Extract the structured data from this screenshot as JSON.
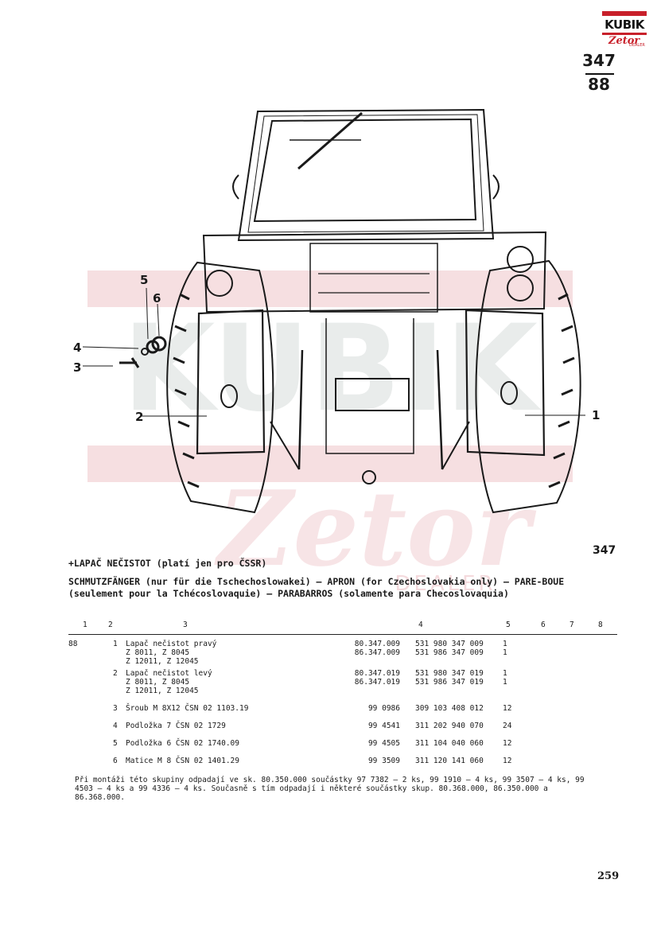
{
  "logo": {
    "brand": "KUBIK",
    "sub": "Zetor",
    "dealer": "DEALER"
  },
  "page_ref": {
    "top": "347",
    "bottom": "88"
  },
  "watermark": {
    "brand": "KUBIK",
    "script": "Zetor",
    "dealer": "DEALER"
  },
  "callouts": [
    "1",
    "2",
    "3",
    "4",
    "5",
    "6"
  ],
  "section_code": "347",
  "title_cz": "+LAPAČ NEČISTOT (platí jen pro ČSSR)",
  "title_multi": "SCHMUTZFÄNGER (nur für die Tschechoslowakei) — APRON (for Czechoslovakia only) — PARE-BOUE (seulement pour la Tchécoslovaquie) — PARABARROS (solamente para Checoslovaquia)",
  "table": {
    "headers": [
      "1",
      "2",
      "3",
      "4",
      "5",
      "6",
      "7",
      "8"
    ],
    "group": "88",
    "rows": [
      {
        "pos": "1",
        "lines": [
          "Lapač nečistot pravý",
          "Z 8011, Z 8045",
          "Z 12011, Z 12045"
        ],
        "num_a": [
          "80.347.009",
          "86.347.009"
        ],
        "num_b": [
          "531 980 347 009",
          "531 986 347 009"
        ],
        "qty": [
          "1",
          "1"
        ]
      },
      {
        "pos": "2",
        "lines": [
          "Lapač nečistot levý",
          "Z 8011, Z 8045",
          "Z 12011, Z 12045"
        ],
        "num_a": [
          "80.347.019",
          "86.347.019"
        ],
        "num_b": [
          "531 980 347 019",
          "531 986 347 019"
        ],
        "qty": [
          "1",
          "1"
        ]
      },
      {
        "pos": "3",
        "lines": [
          "Šroub M 8X12 ČSN 02 1103.19"
        ],
        "num_a": [
          "99 0986"
        ],
        "num_b": [
          "309 103 408 012"
        ],
        "qty": [
          "12"
        ]
      },
      {
        "pos": "4",
        "lines": [
          "Podložka 7 ČSN 02 1729"
        ],
        "num_a": [
          "99 4541"
        ],
        "num_b": [
          "311 202 940 070"
        ],
        "qty": [
          "24"
        ]
      },
      {
        "pos": "5",
        "lines": [
          "Podložka 6 ČSN 02 1740.09"
        ],
        "num_a": [
          "99 4505"
        ],
        "num_b": [
          "311 104 040 060"
        ],
        "qty": [
          "12"
        ]
      },
      {
        "pos": "6",
        "lines": [
          "Matice M 8 ČSN 02 1401.29"
        ],
        "num_a": [
          "99 3509"
        ],
        "num_b": [
          "311 120 141 060"
        ],
        "qty": [
          "12"
        ]
      }
    ]
  },
  "note": "Při montáži této skupiny odpadají ve sk. 80.350.000 součástky 97 7382 — 2 ks, 99 1910 — 4 ks, 99 3507 — 4 ks, 99 4503 — 4 ks a 99 4336 — 4 ks. Současně s tím odpadají i některé součástky skup. 80.368.000, 86.350.000 a 86.368.000.",
  "page_number": "259",
  "colors": {
    "brand_red": "#c8202a",
    "ink": "#1a1a1a",
    "watermark": "#f3d7d9"
  }
}
